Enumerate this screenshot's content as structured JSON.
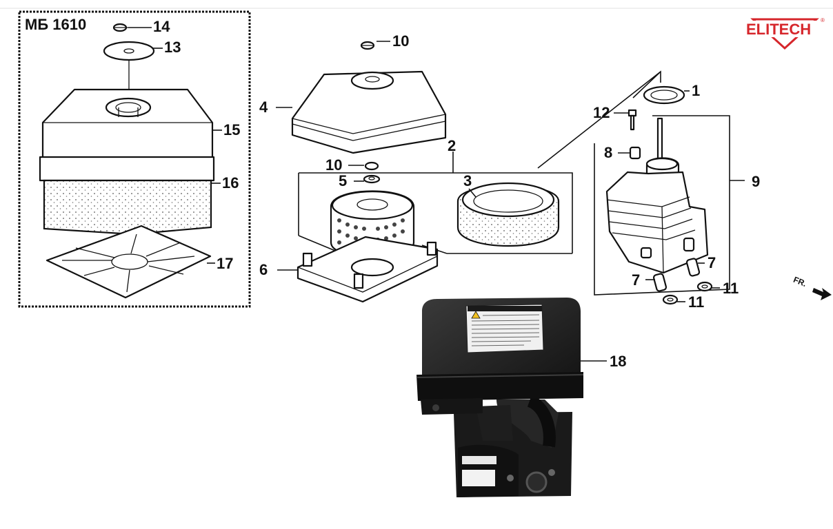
{
  "diagram": {
    "model_label": "МБ 1610",
    "brand": {
      "name": "ELITECH",
      "reg_mark": "®",
      "color": "#d6262b"
    },
    "direction_label": "FR.",
    "part_numbers": {
      "p1": "1",
      "p2": "2",
      "p3": "3",
      "p4": "4",
      "p5": "5",
      "p6": "6",
      "p7a": "7",
      "p7b": "7",
      "p8": "8",
      "p9": "9",
      "p10a": "10",
      "p10b": "10",
      "p11a": "11",
      "p11b": "11",
      "p12": "12",
      "p13": "13",
      "p14": "14",
      "p15": "15",
      "p16": "16",
      "p17": "17",
      "p18": "18"
    }
  }
}
